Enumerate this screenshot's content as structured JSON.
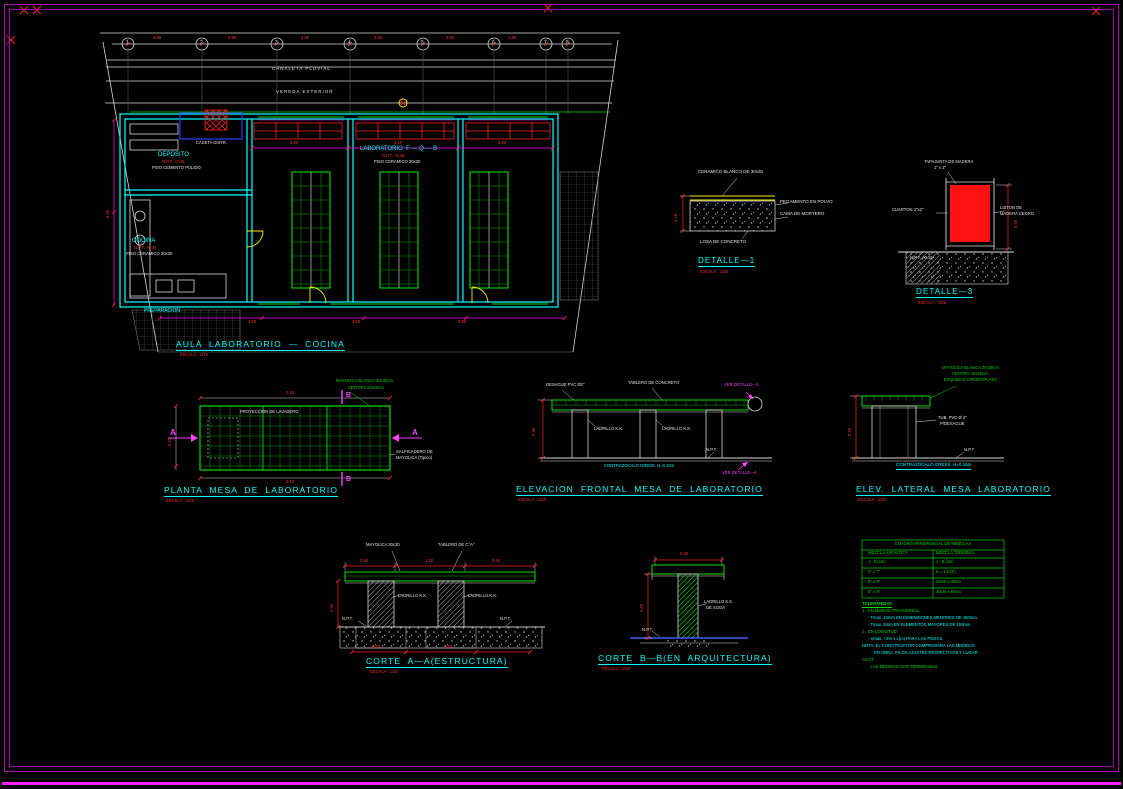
{
  "sheet": {
    "border_color": "#cc00cc",
    "bg": "#000000"
  },
  "floor_plan": {
    "title": "AULA  LABORATORIO  —  COCINA",
    "scale": "ESCALA : 1/75",
    "canaleta": "CANALETA PLUVIAL",
    "vereda": "VEREDA EXTERIOR",
    "caseta": "CASETA DISTR.",
    "deposito": {
      "name": "DEPOSITO",
      "npt": "N.P.T. +0.45",
      "floor": "PISO CEMENTO PULIDO"
    },
    "cocina": {
      "name": "COCINA",
      "npt": "N.P.T. +0.45",
      "floor": "PISO CERAMICO 30x30"
    },
    "laboratorio": {
      "name": "LABORATORIO  F — Q — B",
      "npt": "N.P.T. +0.45",
      "floor": "PISO CERAMICO 30x30"
    },
    "preparacion": "PREPARACION",
    "grid": [
      "1",
      "2",
      "3",
      "4",
      "5",
      "6",
      "7",
      "8"
    ],
    "dims_top": [
      "3.85",
      "3.85",
      "3.85",
      "3.85",
      "3.85",
      "1.85"
    ],
    "dims_mid": [
      "3.00",
      "3.10",
      "3.00"
    ],
    "dims_bottom": [
      "3.85",
      "3.85",
      "3.85"
    ],
    "dim_left": "9.60"
  },
  "detalle1": {
    "title": "DETALLE—1",
    "scale": "ESCALA : 1/25",
    "top_label": "CERAMICO BLANCO DE 30x30",
    "right1": "PEGAMENTO EN POLVO",
    "right2": "CAMA DE MORTERO",
    "bottom_label": "LOSA DE CONCRETO",
    "dim": "0.18"
  },
  "detalle3": {
    "title": "DETALLE—3",
    "scale": "ESCALA : 1/25",
    "top1": "TAPAJUNTA DE MADERA",
    "top2": "1\" x 2\"",
    "left_label": "CUARTON 2\"x2\"",
    "right1": "LISTON DE",
    "right2": "MADERA CEDRO",
    "npt": "N.P.T. +0.15",
    "dim": "0.60"
  },
  "planta_mesa": {
    "title": "PLANTA  MESA  DE  LABORATORIO",
    "scale": "ESCALA : 1/25",
    "mayolica1": "MAYOLICA BLANCA 30x30cm",
    "mayolica2": "CENTRO 10x10cm",
    "proyeccion": "PROYECCION DE LAVADERO",
    "salpicadero1": "SALPICADERO DE",
    "salpicadero2": "MAYOLICA (Tipico)",
    "sec_a": "A",
    "sec_b": "B",
    "dim_w": "3.10",
    "dim_h": "0.60"
  },
  "elev_frontal": {
    "title": "ELEVACION  FRONTAL  MESA  DE  LABORATORIO",
    "scale": "ESCALA : 1/20",
    "label_left": "DESAGUE PVC Ø2\"",
    "label_center": "TABLERO DE CONCRETO",
    "ver_det1": "VER DETALLE—1",
    "ladrillo1": "LADRILLO K.K.",
    "ladrillo2": "LADRILLO K.K.",
    "contrazocalo": "CONTRAZOCALO GRESS  H=0.10m",
    "ver_det4": "VER DETALLE—4",
    "npt": "N.P.T.",
    "dim_h": "0.90"
  },
  "elev_lateral": {
    "title": "ELEV.  LATERAL  MESA  LABORATORIO",
    "scale": "ESCALA : 1/20",
    "g1": "MAYOLICA BLANCA 30x30cm",
    "g2": "CENTRO 10x10cm",
    "g3": "ESQUINAS C/RODOPLAST",
    "tub1": "TUB. PVC Ø 2\"",
    "tub2": "P/DESAGUE",
    "contrazocalo": "CONTRAZOCALO GRESS  H=0.15m",
    "npt": "N.P.T.",
    "dim_h": "0.90"
  },
  "corte_a": {
    "title": "CORTE  A—A(ESTRUCTURA)",
    "scale": "ESCALA : 1/25",
    "label1": "MAYOLICA 30x30",
    "label2": "TABLERO DE C°A°",
    "ladrillo1": "LADRILLO K.K.",
    "ladrillo2": "LADRILLO K.K.",
    "npt1": "N.P.T.",
    "npt2": "N.P.T.",
    "dims_top": [
      "0.60",
      "1.20",
      "0.60"
    ],
    "dims_bottom": [
      "0.80",
      "0.80"
    ],
    "dim_left": "0.50"
  },
  "corte_b": {
    "title": "CORTE  B—B(EN  ARQUITECTURA)",
    "scale": "ESCALA : 1/25",
    "dim_top": "0.60",
    "ladrillo1": "LADRILLO K.K.",
    "ladrillo2": "DE SOGA",
    "npt": "N.P.T.",
    "dim_left": "0.80"
  },
  "ref_table": {
    "header": "CUADRO REFERENCIAL DE MEZCLAS",
    "col1": "MEZCLA ASFALTICA",
    "col2": "MEZCLA TERMINAL",
    "rows": [
      [
        "1 : 5 (cm)",
        "1 : 5 (cm)"
      ],
      [
        "4\" x 7\"",
        "e = 1.5 (E)"
      ],
      [
        "6\" x 9\"",
        "25cm x 40cm"
      ],
      [
        "8\" x 9\"",
        "30cm x 60cm"
      ]
    ]
  },
  "notes": {
    "lines": [
      "TOLERANCIAS",
      "1.- EN MUROS TRASVERSAL:",
      "- Tmax. 10mm EN DIMENSIONES MENORES DE 150mm",
      "- Tmax. 5mm EN ELEMENTOS MAYORES DE 150mm",
      "2.- EN LONGITUD:",
      "- Vmax. +2% x L(m) PARA LAS PIEZAS",
      "NOTA: EL CONSTRUCTOR COMPROBARA LAS MEDIDAS",
      "EN OBRA, P/LOS AJUSTES RESPECTIVOS Y LUGAR.",
      "ACOT.:",
      "- LAS MEDIDAS SON TERMINADAS"
    ]
  }
}
